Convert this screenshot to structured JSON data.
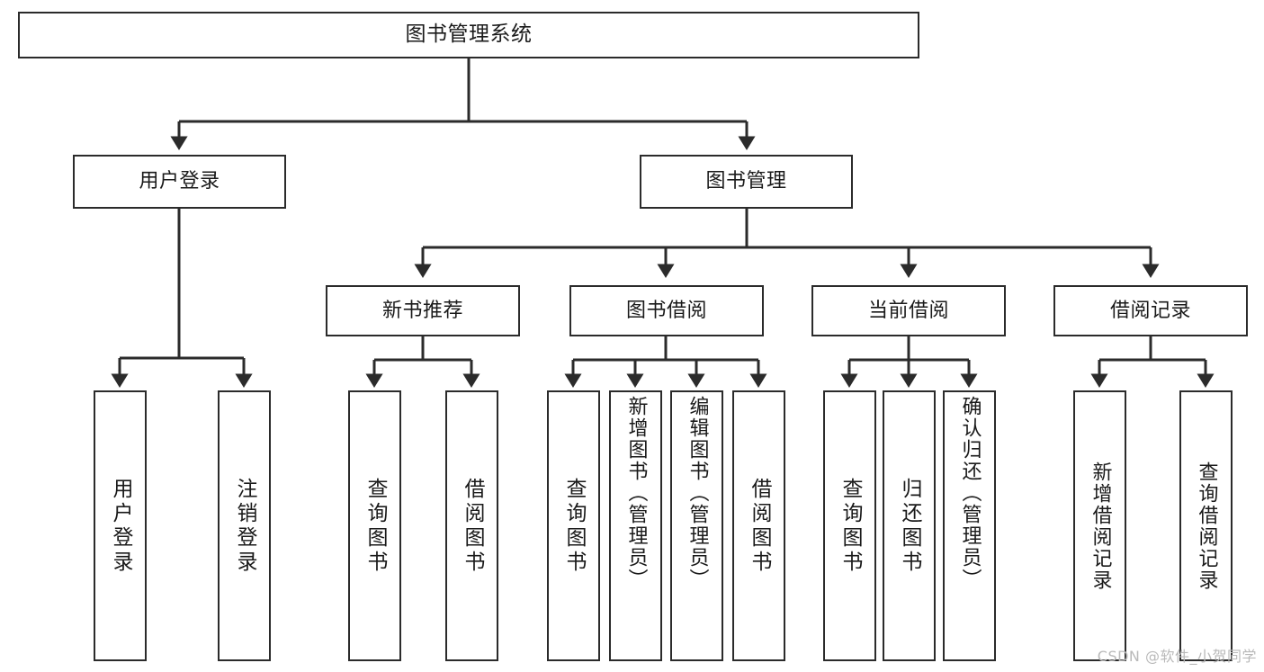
{
  "diagram": {
    "title": "图书管理系统",
    "type": "tree",
    "nodes": {
      "root": {
        "label": "图书管理系统"
      },
      "level1": [
        {
          "id": "user-login",
          "label": "用户登录"
        },
        {
          "id": "book-management",
          "label": "图书管理"
        }
      ],
      "level2": [
        {
          "id": "new-book-recommend",
          "label": "新书推荐"
        },
        {
          "id": "book-borrow",
          "label": "图书借阅"
        },
        {
          "id": "current-borrow",
          "label": "当前借阅"
        },
        {
          "id": "borrow-record",
          "label": "借阅记录"
        }
      ],
      "leaves": [
        {
          "id": "leaf-user-login",
          "label": "用户登录",
          "parent": "user-login"
        },
        {
          "id": "leaf-logout-login",
          "label": "注销登录",
          "parent": "user-login"
        },
        {
          "id": "leaf-query-book-1",
          "label": "查询图书",
          "parent": "new-book-recommend"
        },
        {
          "id": "leaf-borrow-book-1",
          "label": "借阅图书",
          "parent": "new-book-recommend"
        },
        {
          "id": "leaf-query-book-2",
          "label": "查询图书",
          "parent": "book-borrow"
        },
        {
          "id": "leaf-add-book",
          "label": "新增图书（管理员）",
          "parent": "book-borrow"
        },
        {
          "id": "leaf-edit-book",
          "label": "编辑图书（管理员）",
          "parent": "book-borrow"
        },
        {
          "id": "leaf-borrow-book-2",
          "label": "借阅图书",
          "parent": "book-borrow"
        },
        {
          "id": "leaf-query-book-3",
          "label": "查询图书",
          "parent": "current-borrow"
        },
        {
          "id": "leaf-return-book",
          "label": "归还图书",
          "parent": "current-borrow"
        },
        {
          "id": "leaf-confirm-return",
          "label": "确认归还（管理员）",
          "parent": "current-borrow"
        },
        {
          "id": "leaf-add-record",
          "label": "新增借阅记录",
          "parent": "borrow-record"
        },
        {
          "id": "leaf-query-record",
          "label": "查询借阅记录",
          "parent": "borrow-record"
        }
      ]
    },
    "colors": {
      "stroke": "#2b2b2b",
      "background": "#ffffff",
      "text": "#1a1a1a",
      "watermark": "#b9b9b9"
    }
  },
  "watermark": {
    "text": "CSDN @软件_小贺同学"
  }
}
